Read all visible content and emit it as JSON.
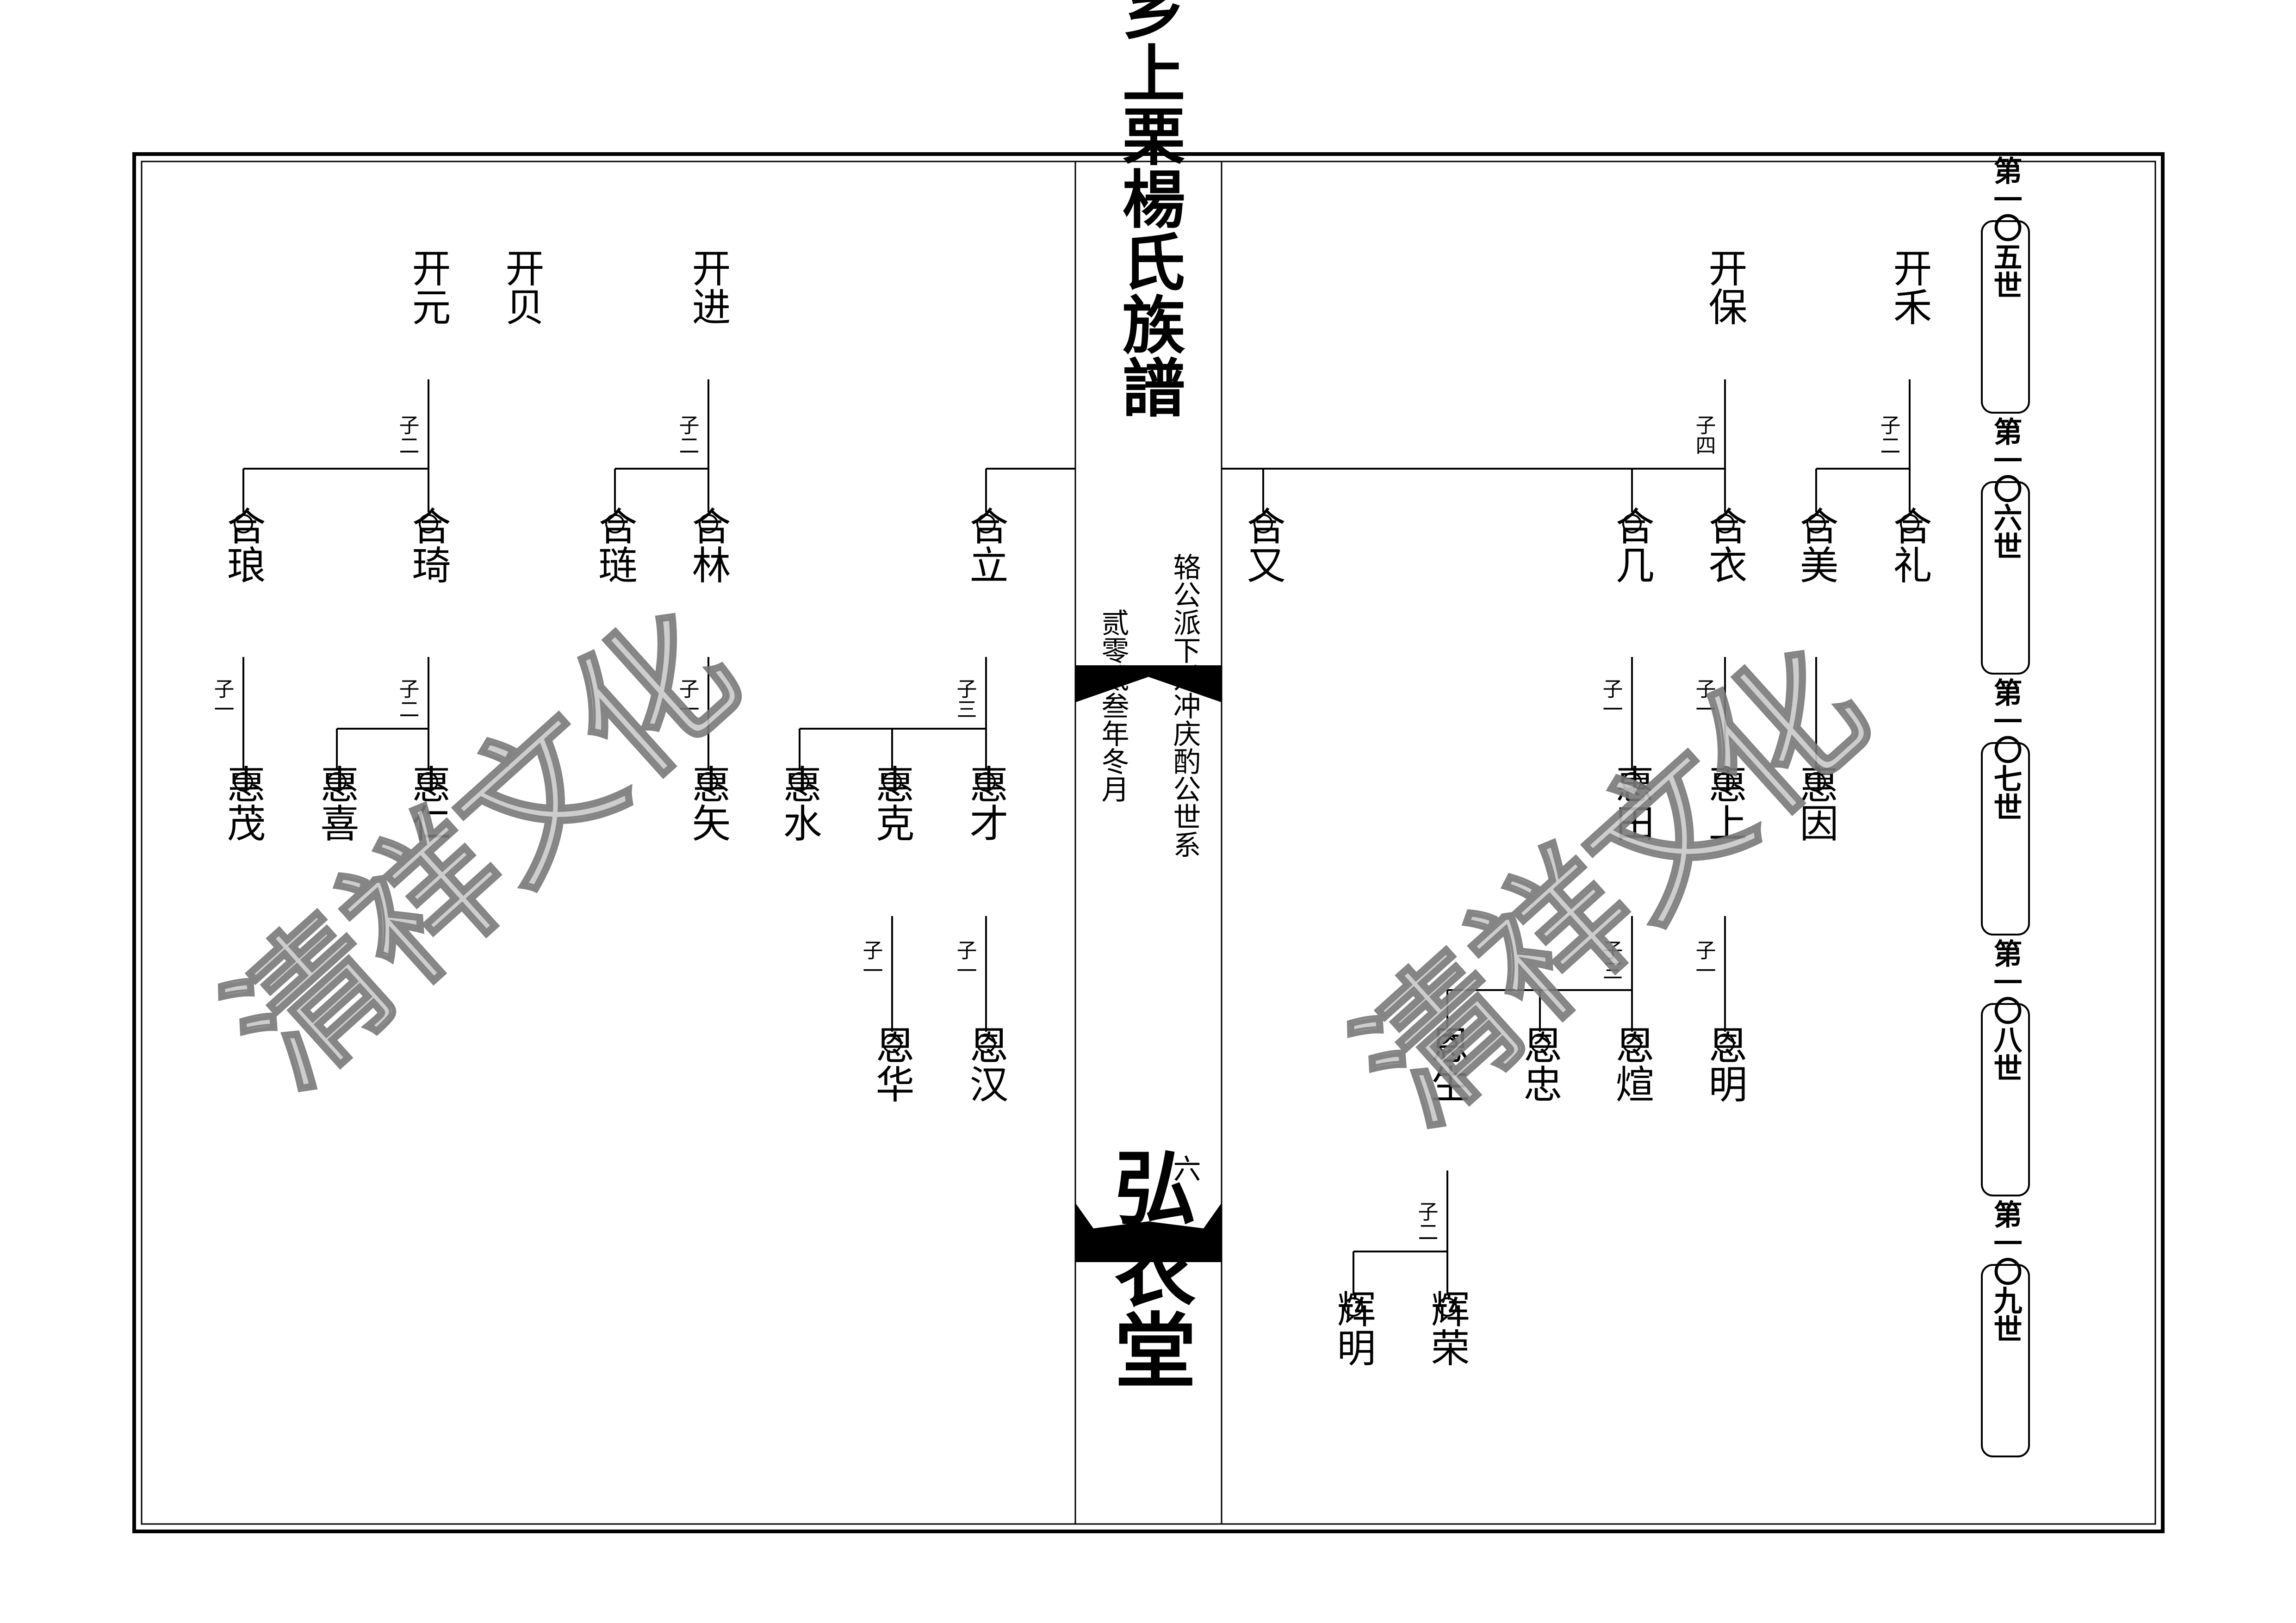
{
  "book_title": "萍乡上栗楊氏族譜",
  "hall_name": "弘农堂",
  "lineage": "辂公派下对冲庆酌公世系",
  "compile_date": "贰零贰叁年冬月",
  "page_number": "六",
  "watermark": "清祥文化",
  "generations": [
    "第一〇五世",
    "第一〇六世",
    "第一〇七世",
    "第一〇八世",
    "第一〇九世"
  ],
  "child_labels": {
    "he_li": "子二",
    "kai_bao": "子四",
    "he_ji": "子一",
    "he_yi": "子一",
    "hui_tian": "子三",
    "hui_shang": "子一",
    "en_sheng": "子二",
    "kai_jin": "子二",
    "kai_yuan": "子二",
    "he_qi": "子二",
    "he_lang": "子一",
    "he_lin": "子一",
    "he_li_left": "子三",
    "hui_cai": "子一",
    "hui_ke": "子一"
  },
  "persons": {
    "kai_he": "开禾",
    "kai_bao": "开保",
    "kai_jin": "开进",
    "kai_bei": "开贝",
    "kai_yuan": "开元",
    "he_li": "合礼",
    "he_mei": "合美",
    "he_yi": "合衣",
    "he_ji": "合几",
    "he_you": "合又",
    "he_li_left": "合立",
    "he_lin": "合林",
    "he_lian": "合琏",
    "he_qi": "合琦",
    "he_lang": "合琅",
    "hui_yin": "惠因",
    "hui_shang": "惠上",
    "hui_tian": "惠田",
    "hui_cai": "惠才",
    "hui_ke": "惠克",
    "hui_shui": "惠水",
    "hui_shi": "惠矢",
    "hui_ren": "惠仁",
    "hui_xi": "惠喜",
    "hui_mao": "惠茂",
    "en_ming": "恩明",
    "en_xuan": "恩煊",
    "en_zhong": "恩忠",
    "en_sheng": "恩生",
    "en_han": "恩汉",
    "en_hua": "恩华",
    "hui_rong": "辉荣",
    "hui_ming": "辉明"
  }
}
